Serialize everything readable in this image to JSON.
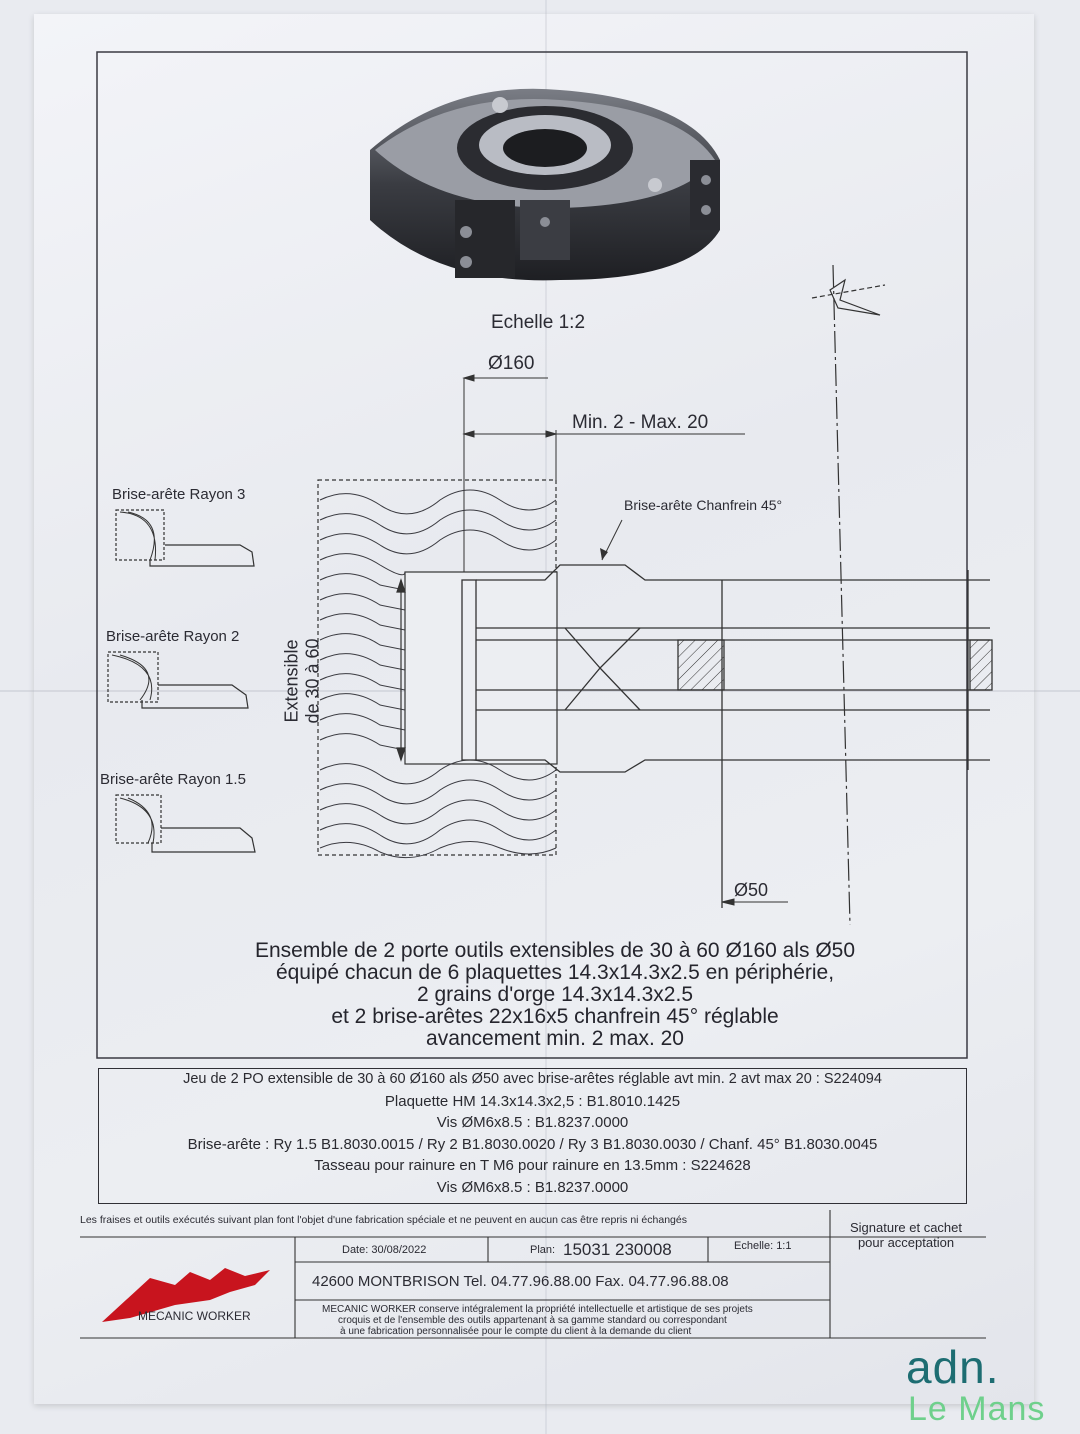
{
  "drawing": {
    "scale_label": "Echelle 1:2",
    "dim_diameter_160": "Ø160",
    "dim_advance": "Min. 2 - Max. 20",
    "dim_diameter_50": "Ø50",
    "extensible_line1": "Extensible",
    "extensible_line2": "de 30 à 60",
    "chamfer_label": "Brise-arête Chanfrein 45°",
    "profiles": [
      {
        "label": "Brise-arête Rayon 3"
      },
      {
        "label": "Brise-arête Rayon 2"
      },
      {
        "label": "Brise-arête Rayon 1.5"
      }
    ]
  },
  "description": [
    "Ensemble de 2 porte outils extensibles de 30 à 60 Ø160 als Ø50",
    "équipé chacun de 6 plaquettes 14.3x14.3x2.5 en périphérie,",
    "2 grains d'orge 14.3x14.3x2.5",
    "et 2 brise-arêtes 22x16x5 chanfrein 45° réglable",
    "avancement min. 2 max. 20"
  ],
  "references": [
    "Jeu de 2 PO extensible de 30 à 60 Ø160 als Ø50 avec brise-arêtes réglable avt min. 2 avt max 20 : S224094",
    "Plaquette HM 14.3x14.3x2,5 : B1.8010.1425",
    "Vis ØM6x8.5 : B1.8237.0000",
    "Brise-arête : Ry 1.5 B1.8030.0015 / Ry 2 B1.8030.0020 / Ry 3 B1.8030.0030 / Chanf. 45° B1.8030.0045",
    "Tasseau pour rainure en T M6 pour rainure en 13.5mm : S224628",
    "Vis ØM6x8.5 : B1.8237.0000"
  ],
  "cartouche": {
    "notice": "Les fraises et outils exécutés suivant plan font l'objet d'une fabrication spéciale et ne peuvent en aucun cas être repris ni échangés",
    "signature": "Signature et cachet pour acceptation",
    "date": "Date: 30/08/2022",
    "plan_label": "Plan:",
    "plan_number": "15031 230008",
    "scale": "Echelle: 1:1",
    "address": "42600 MONTBRISON Tel. 04.77.96.88.00 Fax. 04.77.96.88.08",
    "company": "MECANIC WORKER",
    "legal_line1": "MECANIC WORKER conserve intégralement la propriété intellectuelle et artistique de ses projets",
    "legal_line2": "croquis et de l'ensemble des outils appartenant à sa gamme standard ou correspondant",
    "legal_line3": "à une fabrication personnalisée pour le compte du client à la demande du client",
    "logo_color": "#c8141e"
  },
  "watermark": {
    "line1": "adn.",
    "line2": "Le Mans",
    "color1": "#1d6d72",
    "color2": "#6fd08c"
  }
}
